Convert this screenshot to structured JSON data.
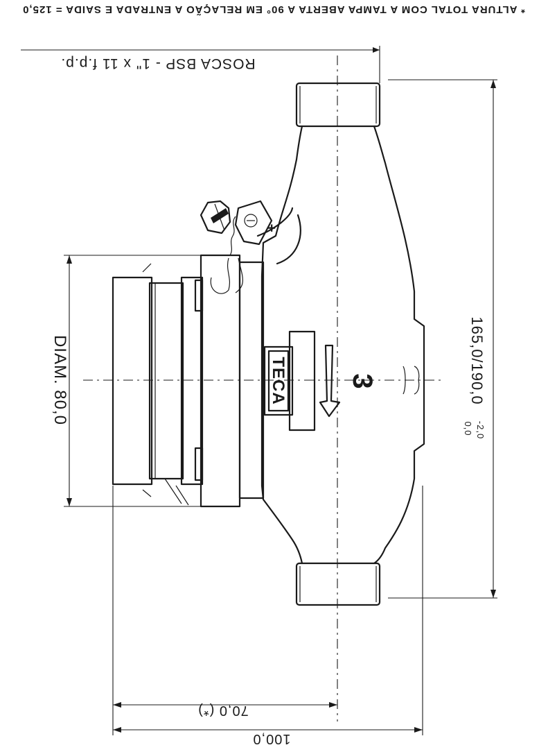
{
  "drawing": {
    "note": "* ALTURA TOTAL COM A TAMPA ABERTA A 90° EM RELAÇÃO A ENTRADA E SAIDA = 125,0",
    "thread_label": "ROSCA BSP - 1\" x 11 f.p.p.",
    "diameter_label": "DIAM. 80,0",
    "length_label": "165,0/190,0",
    "tolerance_upper": "0,0",
    "tolerance_lower": "-2,0",
    "height_partial_label": "70,0 (*)",
    "height_total_label": "100,0",
    "logo_text": "TECA",
    "body_mark": "3"
  }
}
